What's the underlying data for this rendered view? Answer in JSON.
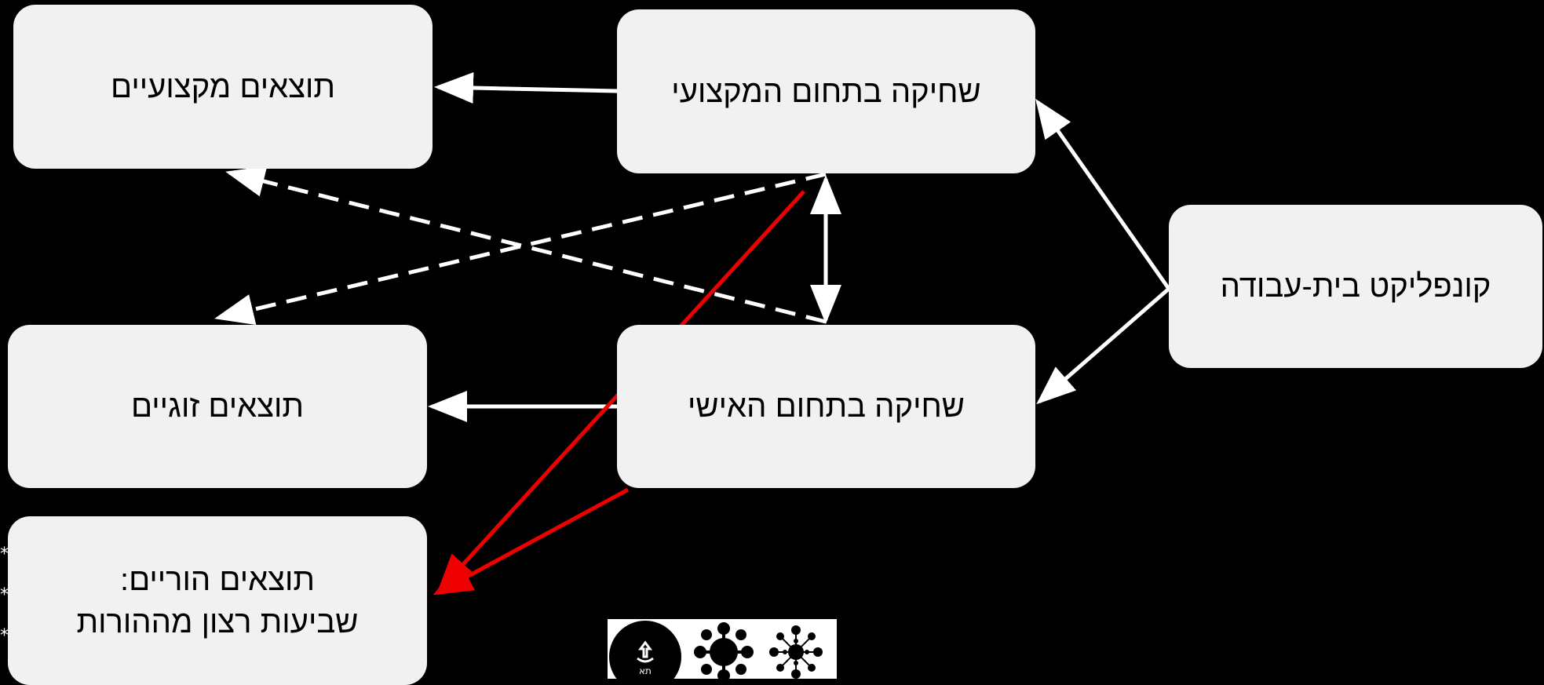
{
  "diagram": {
    "nodes": {
      "professional_outcomes": {
        "label": "תוצאים מקצועיים"
      },
      "professional_burnout": {
        "label": "שחיקה בתחום המקצועי"
      },
      "work_home_conflict": {
        "label": "קונפליקט בית-עבודה"
      },
      "couple_outcomes": {
        "label": "תוצאים זוגיים"
      },
      "personal_burnout": {
        "label": "שחיקה בתחום האישי"
      },
      "parental_outcomes": {
        "line1": "תוצאים הוריים:",
        "line2": "שביעות רצון מההורות"
      }
    },
    "edges": [
      {
        "from": "work_home_conflict",
        "to": "professional_burnout",
        "style": "solid",
        "color": "#ffffff"
      },
      {
        "from": "work_home_conflict",
        "to": "personal_burnout",
        "style": "solid",
        "color": "#ffffff"
      },
      {
        "from": "professional_burnout",
        "to": "professional_outcomes",
        "style": "solid",
        "color": "#ffffff"
      },
      {
        "from": "personal_burnout",
        "to": "couple_outcomes",
        "style": "solid",
        "color": "#ffffff"
      },
      {
        "from": "professional_burnout",
        "to": "personal_burnout",
        "style": "solid-bidirectional",
        "color": "#ffffff"
      },
      {
        "from": "personal_burnout",
        "to": "professional_outcomes",
        "style": "dashed",
        "color": "#ffffff"
      },
      {
        "from": "professional_burnout",
        "to": "couple_outcomes",
        "style": "dashed",
        "color": "#ffffff"
      },
      {
        "from": "professional_burnout",
        "to": "parental_outcomes",
        "style": "solid",
        "color": "#ee0000"
      },
      {
        "from": "personal_burnout",
        "to": "parental_outcomes",
        "style": "solid",
        "color": "#ee0000"
      }
    ],
    "side_marks": [
      "*",
      "*",
      "*"
    ]
  },
  "colors": {
    "background": "#000000",
    "node_fill": "#f1f1f1",
    "arrow": "#ffffff",
    "highlight_arrow": "#ee0000"
  },
  "logo": {
    "name": "tel-aviv-university-logo"
  }
}
